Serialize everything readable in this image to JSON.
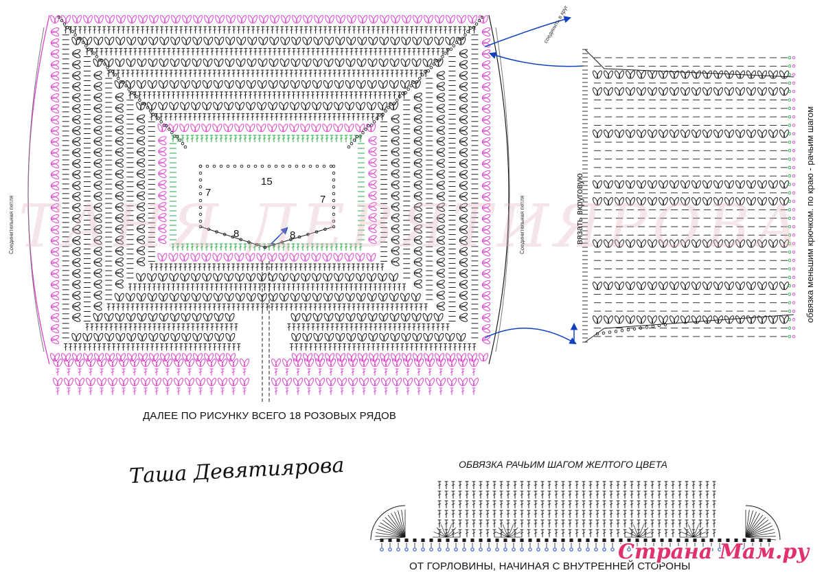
{
  "watermark_text": "ТАНЯ ДЕВЯТИЯРОВА",
  "labels": {
    "top_join": "соединить в круг",
    "side_left": "Соединительная петля",
    "side_right": "Соединительная петля",
    "knit_round": "вязать вкруговую",
    "edge_note": "обвязка меньшим крючком. по краю - рачьим шагом",
    "num_15": "15",
    "num_7_left": "7",
    "num_7_right": "7",
    "num_8_left": "8",
    "num_8_right": "8",
    "rows_note": "ДАЛЕЕ ПО РИСУНКУ ВСЕГО 18 РОЗОВЫХ РЯДОВ",
    "yellow_trim": "ОБВЯЗКА РАЧЬИМ ШАГОМ ЖЕЛТОГО ЦВЕТА",
    "neck_note": "ОТ ГОРЛОВИНЫ, НАЧИНАЯ С ВНУТРЕННЕЙ СТОРОНЫ"
  },
  "signature": "Таша Девятиярова",
  "logo": "Страна Мам.ру",
  "colors": {
    "ink": "#1a1a1a",
    "pink": "#e040d0",
    "green": "#22aa44",
    "blue": "#1040c0",
    "gray": "#777777",
    "logo": "#e0306e"
  },
  "icons": {
    "join_arrow": "curved-arrow-icon",
    "direction_arrow": "straight-arrow-icon"
  }
}
